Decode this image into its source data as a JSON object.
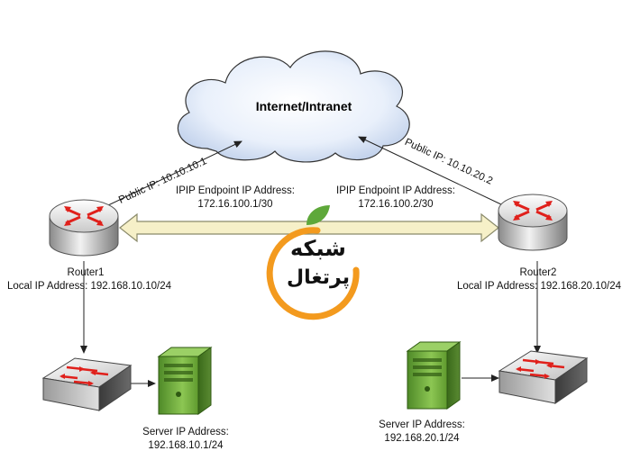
{
  "cloud": {
    "label": "Internet/Intranet"
  },
  "router1": {
    "name": "Router1",
    "local_ip": "Local IP Address: 192.168.10.10/24",
    "public_ip": "Public IP: 10.10.10.1",
    "endpoint_title": "IPIP Endpoint IP Address:",
    "endpoint_ip": "172.16.100.1/30"
  },
  "router2": {
    "name": "Router2",
    "local_ip": "Local IP Address: 192.168.20.10/24",
    "public_ip": "Public IP: 10.10.20.2",
    "endpoint_title": "IPIP Endpoint IP Address:",
    "endpoint_ip": "172.16.100.2/30"
  },
  "server1": {
    "title": "Server IP Address:",
    "ip": "192.168.10.1/24"
  },
  "server2": {
    "title": "Server IP Address:",
    "ip": "192.168.20.1/24"
  },
  "logo": {
    "line1": "شبکه",
    "line2": "پرتغال"
  },
  "colors": {
    "router_arrow": "#e0201b",
    "switch_arrow": "#e0201b",
    "tunnel_fill": "#f6f0c8",
    "tunnel_stroke": "#8a8a6a",
    "server_green": "#6fae3a",
    "logo_orange": "#f39a1e",
    "leaf_green": "#5ea83a"
  }
}
